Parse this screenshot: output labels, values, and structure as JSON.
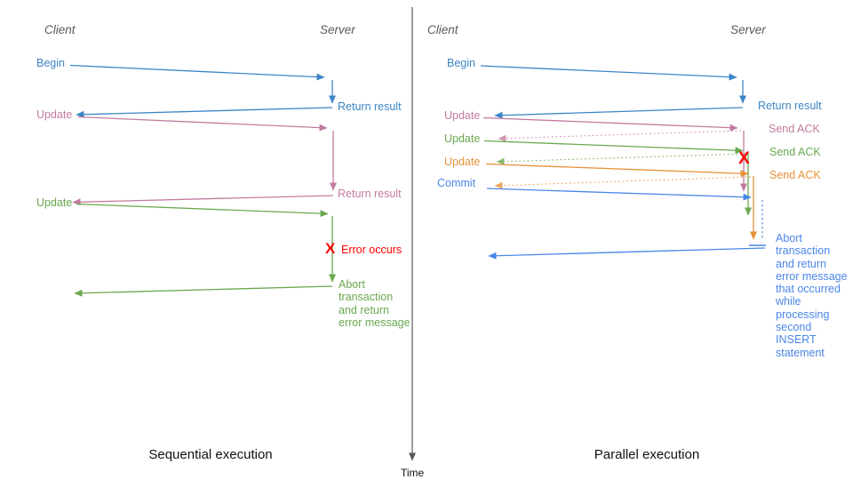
{
  "diagram": {
    "time_axis_label": "Time",
    "colors": {
      "blue": "#3d85c6",
      "pink": "#c27ba0",
      "green": "#6aa84f",
      "orange": "#e69138",
      "commit_blue": "#4a86e8",
      "error_red": "#ff0000",
      "axis_gray": "#595959"
    },
    "left_panel": {
      "caption": "Sequential execution",
      "client_header": "Client",
      "server_header": "Server",
      "labels": {
        "begin": "Begin",
        "return_result_1": "Return result",
        "update_1": "Update",
        "return_result_2": "Return result",
        "update_2": "Update",
        "error_x": "X",
        "error_text": "Error occurs",
        "abort_text": "Abort\ntransaction\nand return\nerror message"
      }
    },
    "right_panel": {
      "caption": "Parallel execution",
      "client_header": "Client",
      "server_header": "Server",
      "labels": {
        "begin": "Begin",
        "return_result": "Return result",
        "update_1": "Update",
        "send_ack_1": "Send ACK",
        "update_2": "Update",
        "send_ack_2": "Send ACK",
        "update_3": "Update",
        "send_ack_3": "Send ACK",
        "commit": "Commit",
        "error_x": "X",
        "abort_text": "Abort\ntransaction\nand return\nerror message\nthat occurred\nwhile\nprocessing\nsecond\nINSERT\nstatement"
      }
    }
  }
}
